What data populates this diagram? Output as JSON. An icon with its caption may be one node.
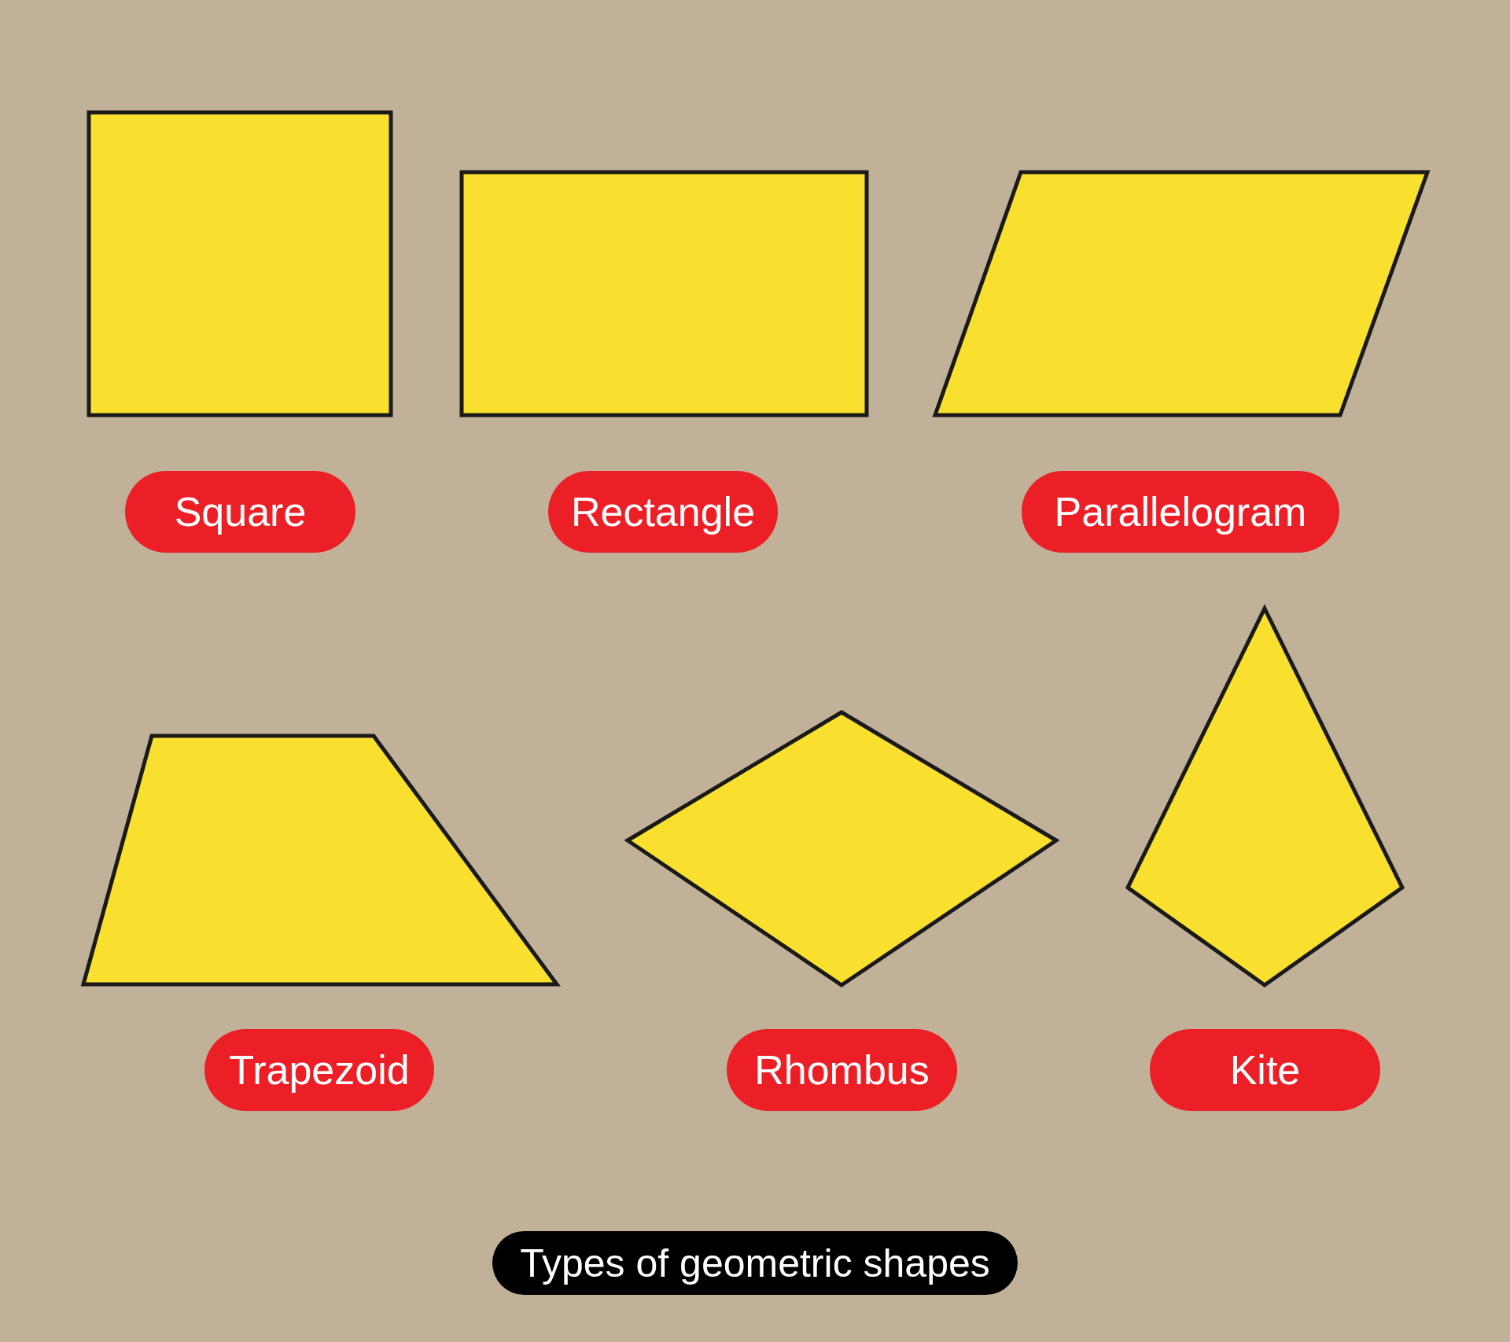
{
  "diagram": {
    "title": "Types of geometric shapes",
    "nodes": [
      {
        "text": [],
        "shape": "box"
      },
      {
        "text": [],
        "shape": "box"
      },
      {
        "text": [],
        "shape": "polygon"
      },
      {
        "text": [
          "Square"
        ]
      },
      {
        "text": [
          "Rectangle"
        ]
      },
      {
        "text": [
          "Parallelogram"
        ]
      },
      {
        "text": [],
        "shape": "polygon"
      },
      {
        "text": [],
        "shape": "diamond"
      },
      {
        "text": [],
        "shape": "polygon"
      },
      {
        "text": [
          "Trapezoid"
        ]
      },
      {
        "text": [
          "Rhombus"
        ]
      },
      {
        "text": [
          "Kite"
        ]
      }
    ]
  }
}
